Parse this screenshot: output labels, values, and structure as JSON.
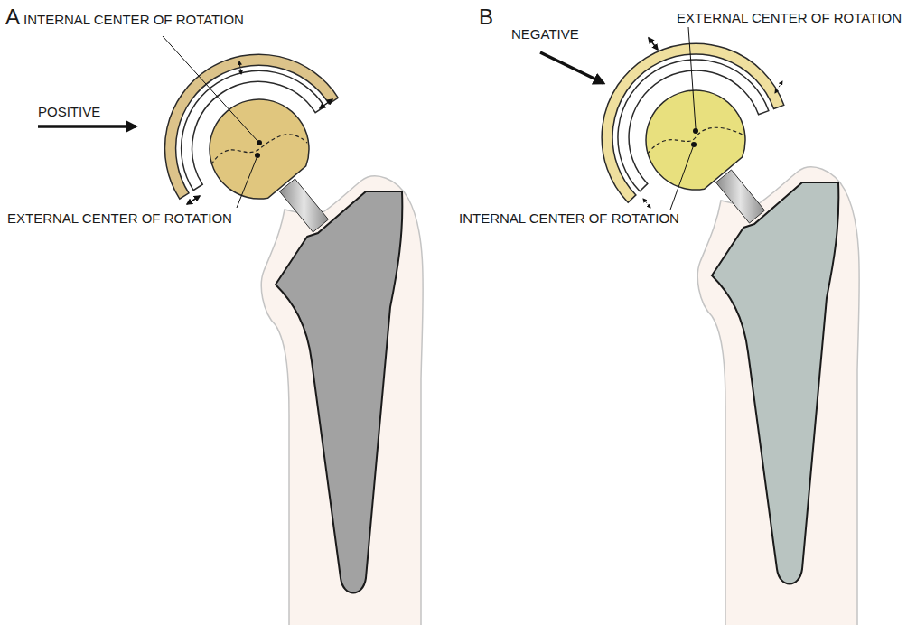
{
  "diagram": {
    "labels": [
      "A",
      "INTERNAL CENTER OF ROTATION",
      "POSITIVE",
      "EXTERNAL CENTER OF ROTATION",
      "B",
      "EXTERNAL CENTER OF ROTATION",
      "NEGATIVE",
      "INTERNAL CENTER OF ROTATION"
    ]
  }
}
